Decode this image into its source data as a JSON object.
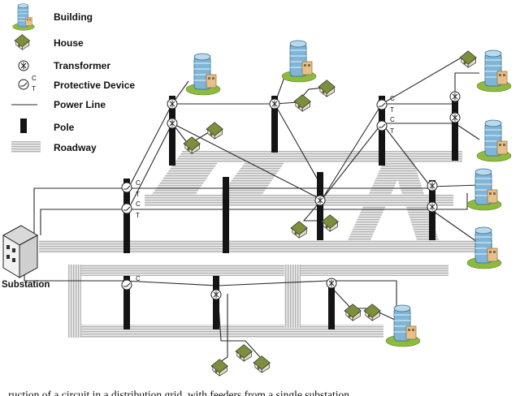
{
  "legend": {
    "building": "Building",
    "house": "House",
    "transformer": "Transformer",
    "protective_device": "Protective Device",
    "power_line": "Power Line",
    "pole": "Pole",
    "roadway": "Roadway"
  },
  "substation_label": "Substation",
  "device_tags": {
    "c": "C",
    "t": "T"
  },
  "caption": "...ruction of a circuit in a distribution grid, with feeders from a single substation",
  "colors": {
    "roadway": "#c6c6c6",
    "pole": "#141414",
    "line": "#2a2a2a",
    "house_roof": "#7c8f3a",
    "house_wall": "#f3f1df",
    "building_glass": "#7fb5d6",
    "building_lawn": "#8dbb3e"
  }
}
